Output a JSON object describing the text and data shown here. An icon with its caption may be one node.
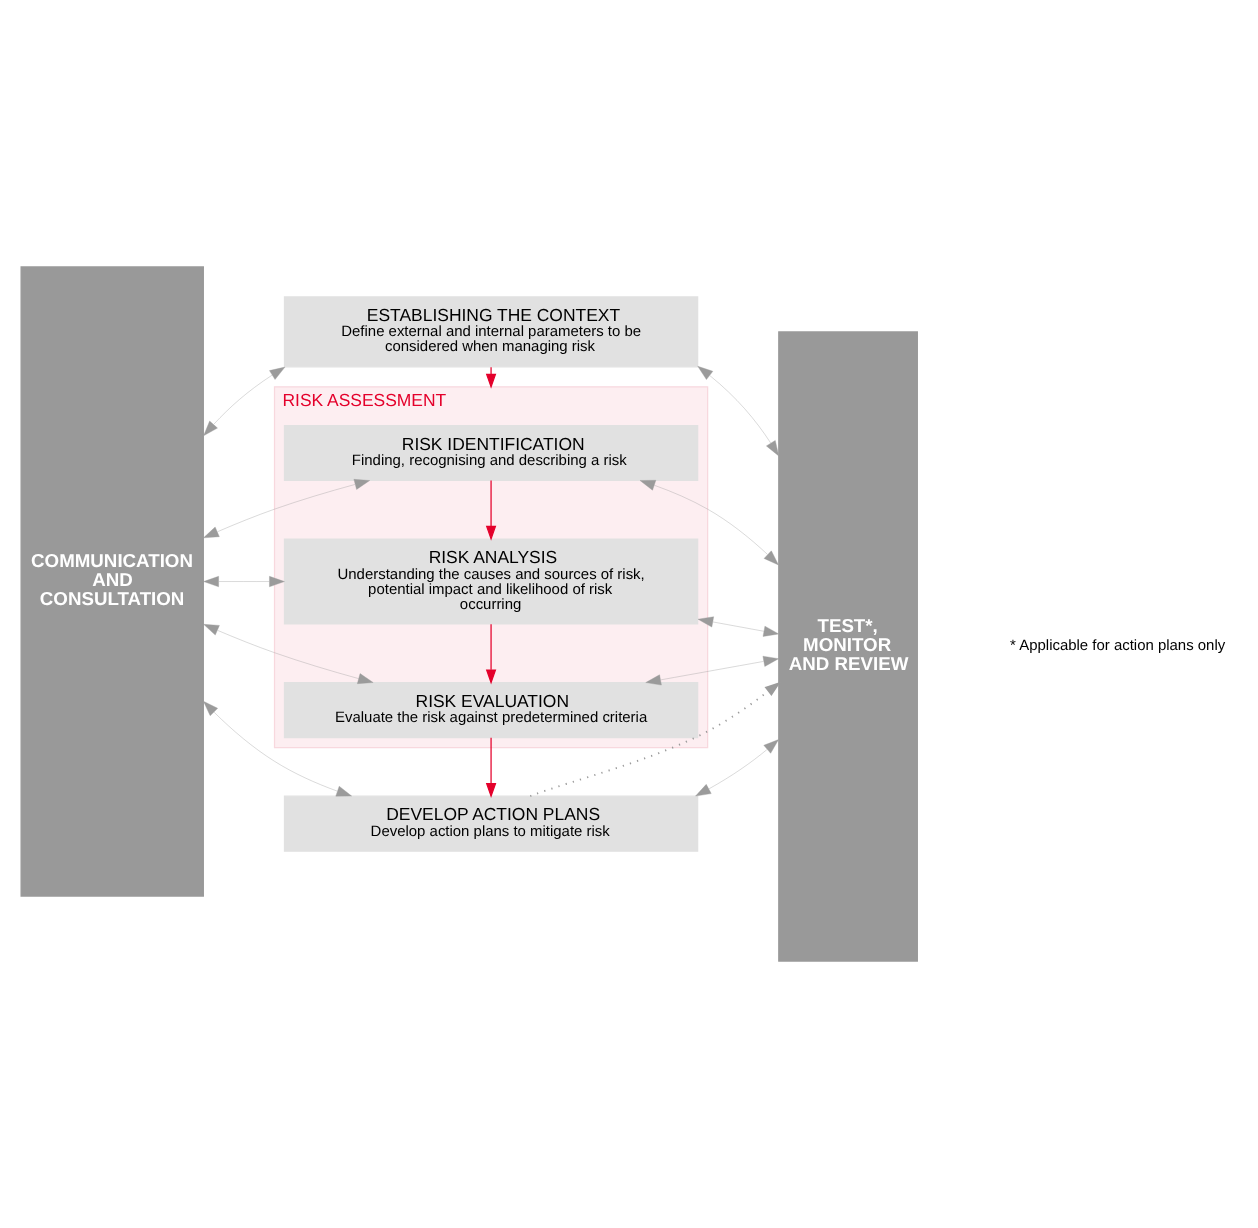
{
  "diagram": {
    "nodes": [
      {
        "text": [
          "COMMUNICATION AND CONSULTATION"
        ]
      },
      {
        "text": [
          "ESTABLISHING THE CONTEXT",
          "Define external and internal parameters to be considered when managing risk"
        ]
      },
      {
        "text": [
          "RISK ASSESSMENT"
        ]
      },
      {
        "text": [
          "RISK IDENTIFICATION",
          "Finding, recognising and describing a risk"
        ],
        "in": 2
      },
      {
        "text": [
          "RISK ANALYSIS",
          "Understanding the causes and sources of risk, potential impact and likelihood of risk occurring"
        ],
        "in": 2
      },
      {
        "text": [
          "RISK EVALUATION",
          "Evaluate the risk against predetermined criteria"
        ],
        "in": 2
      },
      {
        "text": [
          "DEVELOP ACTION PLANS",
          "Develop action plans to mitigate risk"
        ]
      },
      {
        "text": [
          "TEST*, MONITOR AND REVIEW"
        ]
      }
    ],
    "edges": [
      {
        "from": 0,
        "to": 1,
        "arrow": "both"
      },
      {
        "from": 1,
        "to": 7,
        "arrow": "both"
      },
      {
        "from": 0,
        "to": 3,
        "arrow": "both"
      },
      {
        "from": 3,
        "to": 7,
        "arrow": "both"
      },
      {
        "from": 0,
        "to": 4,
        "arrow": "both"
      },
      {
        "from": 4,
        "to": 7,
        "arrow": "both"
      },
      {
        "from": 0,
        "to": 5,
        "arrow": "both"
      },
      {
        "from": 5,
        "to": 7,
        "arrow": "both"
      },
      {
        "from": 0,
        "to": 6,
        "arrow": "both"
      },
      {
        "from": 6,
        "to": 7,
        "arrow": "both"
      },
      {
        "from": 1,
        "to": 2,
        "arrow": "to",
        "color": "#e4002b"
      },
      {
        "from": 3,
        "to": 4,
        "arrow": "to",
        "color": "#e4002b"
      },
      {
        "from": 4,
        "to": 5,
        "arrow": "to",
        "color": "#e4002b"
      },
      {
        "from": 5,
        "to": 6,
        "arrow": "to",
        "color": "#e4002b"
      },
      {
        "from": 6,
        "to": 7,
        "arrow": "to",
        "style": "dashed"
      }
    ],
    "labels": [
      "* Applicable for action plans only"
    ]
  }
}
